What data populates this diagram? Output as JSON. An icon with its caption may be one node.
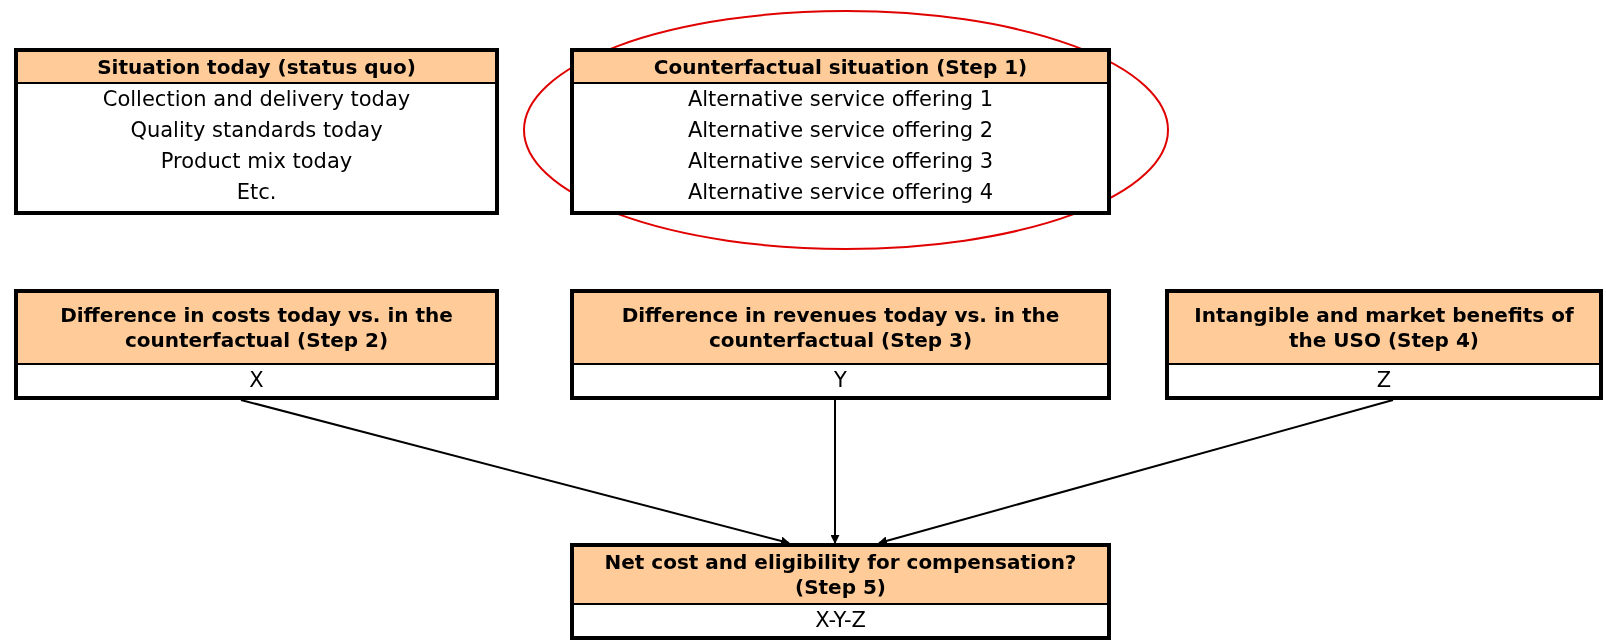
{
  "diagram": {
    "nodes": [
      {
        "text": [
          "Situation today (status quo)",
          "Collection and delivery today",
          "Quality standards today",
          "Product mix today",
          "Etc."
        ]
      },
      {
        "text": [
          "Counterfactual situation (Step 1)",
          "Alternative service offering 1",
          "Alternative service offering 2",
          "Alternative service offering 3",
          "Alternative service offering 4"
        ]
      },
      {
        "text": [
          "Difference in costs today vs. in the counterfactual (Step 2)",
          "X"
        ]
      },
      {
        "text": [
          "Difference in revenues today vs. in the counterfactual (Step 3)",
          "Y"
        ]
      },
      {
        "text": [
          "Intangible and market benefits of the USO (Step 4)",
          "Z"
        ]
      },
      {
        "text": [
          "Net cost and eligibility for compensation? (Step 5)",
          "X-Y-Z"
        ]
      }
    ],
    "edges": [
      {
        "from": 2,
        "to": 5,
        "arrow": "to"
      },
      {
        "from": 3,
        "to": 5,
        "arrow": "to"
      },
      {
        "from": 4,
        "to": 5,
        "arrow": "to"
      }
    ]
  }
}
